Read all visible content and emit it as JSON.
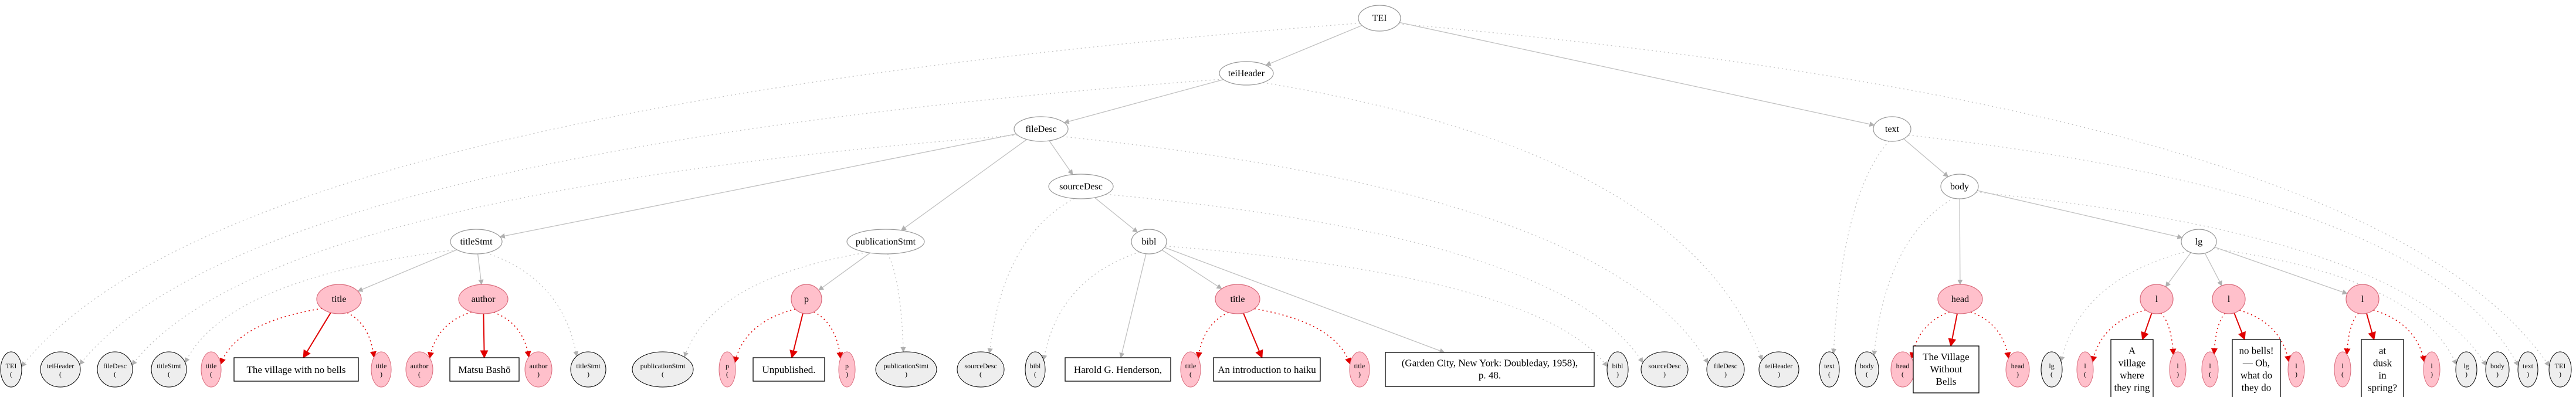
{
  "colors": {
    "edge_gray": "#c0c0c0",
    "edge_red": "#e00000",
    "pink_fill": "#ffc0cb",
    "pink_stroke": "#d96a7b",
    "gray_fill": "#eeeeee",
    "node_stroke": "#999999",
    "box_stroke": "#000000"
  },
  "nodes": {
    "tei": "TEI",
    "teiheader": "teiHeader",
    "filedesc": "fileDesc",
    "text": "text",
    "titlestmt": "titleStmt",
    "publicationstmt": "publicationStmt",
    "sourcedesc": "sourceDesc",
    "bibl": "bibl",
    "body": "body",
    "lg": "lg",
    "title1": "title",
    "author": "author",
    "p": "p",
    "title2": "title",
    "head": "head",
    "l1": "l",
    "l2": "l",
    "l3": "l"
  },
  "leaves": [
    {
      "id": "tei_open",
      "name": "TEI",
      "mark": "("
    },
    {
      "id": "teiheader_open",
      "name": "teiHeader",
      "mark": "("
    },
    {
      "id": "filedesc_open",
      "name": "fileDesc",
      "mark": "("
    },
    {
      "id": "titlestmt_open",
      "name": "titleStmt",
      "mark": "("
    },
    {
      "id": "title1_open",
      "name": "title",
      "mark": "("
    },
    {
      "id": "text_title1",
      "text": "The village with no bells"
    },
    {
      "id": "title1_close",
      "name": "title",
      "mark": ")"
    },
    {
      "id": "author_open",
      "name": "author",
      "mark": "("
    },
    {
      "id": "text_author",
      "text": "Matsu Bashō"
    },
    {
      "id": "author_close",
      "name": "author",
      "mark": ")"
    },
    {
      "id": "titlestmt_close",
      "name": "titleStmt",
      "mark": ")"
    },
    {
      "id": "publicationstmt_open",
      "name": "publicationStmt",
      "mark": "("
    },
    {
      "id": "p_open",
      "name": "p",
      "mark": "("
    },
    {
      "id": "text_p",
      "text": "Unpublished."
    },
    {
      "id": "p_close",
      "name": "p",
      "mark": ")"
    },
    {
      "id": "publicationstmt_close",
      "name": "publicationStmt",
      "mark": ")"
    },
    {
      "id": "sourcedesc_open",
      "name": "sourceDesc",
      "mark": "("
    },
    {
      "id": "bibl_open",
      "name": "bibl",
      "mark": "("
    },
    {
      "id": "text_bibl1",
      "text": "Harold G. Henderson,"
    },
    {
      "id": "title2_open",
      "name": "title",
      "mark": "("
    },
    {
      "id": "text_title2",
      "text": "An introduction to haiku"
    },
    {
      "id": "title2_close",
      "name": "title",
      "mark": ")"
    },
    {
      "id": "text_bibl2",
      "lines": [
        "(Garden City, New York: Doubleday, 1958),",
        "p. 48."
      ]
    },
    {
      "id": "bibl_close",
      "name": "bibl",
      "mark": ")"
    },
    {
      "id": "sourcedesc_close",
      "name": "sourceDesc",
      "mark": ")"
    },
    {
      "id": "filedesc_close",
      "name": "fileDesc",
      "mark": ")"
    },
    {
      "id": "teiheader_close",
      "name": "teiHeader",
      "mark": ")"
    },
    {
      "id": "text_open",
      "name": "text",
      "mark": "("
    },
    {
      "id": "body_open",
      "name": "body",
      "mark": "("
    },
    {
      "id": "head_open",
      "name": "head",
      "mark": "("
    },
    {
      "id": "text_head",
      "lines": [
        "The Village",
        "Without",
        "Bells"
      ]
    },
    {
      "id": "head_close",
      "name": "head",
      "mark": ")"
    },
    {
      "id": "lg_open",
      "name": "lg",
      "mark": "("
    },
    {
      "id": "l1_open",
      "name": "l",
      "mark": "("
    },
    {
      "id": "text_l1",
      "lines": [
        "A",
        "village",
        "where",
        "they ring"
      ]
    },
    {
      "id": "l1_close",
      "name": "l",
      "mark": ")"
    },
    {
      "id": "l2_open",
      "name": "l",
      "mark": "("
    },
    {
      "id": "text_l2",
      "lines": [
        "no bells!",
        "— Oh,",
        "what do",
        "they do"
      ]
    },
    {
      "id": "l2_close",
      "name": "l",
      "mark": ")"
    },
    {
      "id": "l3_open",
      "name": "l",
      "mark": "("
    },
    {
      "id": "text_l3",
      "lines": [
        "at",
        "dusk",
        "in",
        "spring?"
      ]
    },
    {
      "id": "l3_close",
      "name": "l",
      "mark": ")"
    },
    {
      "id": "lg_close",
      "name": "lg",
      "mark": ")"
    },
    {
      "id": "body_close",
      "name": "body",
      "mark": ")"
    },
    {
      "id": "text_close",
      "name": "text",
      "mark": ")"
    },
    {
      "id": "tei_close",
      "name": "TEI",
      "mark": ")"
    }
  ],
  "edges": {
    "solid": [
      [
        "tei",
        "teiheader"
      ],
      [
        "tei",
        "text"
      ],
      [
        "teiheader",
        "filedesc"
      ],
      [
        "filedesc",
        "titlestmt"
      ],
      [
        "filedesc",
        "publicationstmt"
      ],
      [
        "filedesc",
        "sourcedesc"
      ],
      [
        "sourcedesc",
        "bibl"
      ],
      [
        "titlestmt",
        "title1"
      ],
      [
        "titlestmt",
        "author"
      ],
      [
        "publicationstmt",
        "p"
      ],
      [
        "bibl",
        "text_bibl1"
      ],
      [
        "bibl",
        "title2"
      ],
      [
        "bibl",
        "text_bibl2"
      ],
      [
        "text",
        "body"
      ],
      [
        "body",
        "head"
      ],
      [
        "body",
        "lg"
      ],
      [
        "lg",
        "l1"
      ],
      [
        "lg",
        "l2"
      ],
      [
        "lg",
        "l3"
      ]
    ],
    "red": [
      [
        "title1",
        "text_title1"
      ],
      [
        "author",
        "text_author"
      ],
      [
        "p",
        "text_p"
      ],
      [
        "title2",
        "text_title2"
      ],
      [
        "head",
        "text_head"
      ],
      [
        "l1",
        "text_l1"
      ],
      [
        "l2",
        "text_l2"
      ],
      [
        "l3",
        "text_l3"
      ]
    ],
    "dotted": [
      [
        "tei",
        "tei_open"
      ],
      [
        "tei",
        "tei_close"
      ],
      [
        "teiheader",
        "teiheader_open"
      ],
      [
        "teiheader",
        "teiheader_close"
      ],
      [
        "filedesc",
        "filedesc_open"
      ],
      [
        "filedesc",
        "filedesc_close"
      ],
      [
        "titlestmt",
        "titlestmt_open"
      ],
      [
        "titlestmt",
        "titlestmt_close"
      ],
      [
        "publicationstmt",
        "publicationstmt_open"
      ],
      [
        "publicationstmt",
        "publicationstmt_close"
      ],
      [
        "sourcedesc",
        "sourcedesc_open"
      ],
      [
        "sourcedesc",
        "sourcedesc_close"
      ],
      [
        "bibl",
        "bibl_open"
      ],
      [
        "bibl",
        "bibl_close"
      ],
      [
        "text",
        "text_open"
      ],
      [
        "text",
        "text_close"
      ],
      [
        "body",
        "body_open"
      ],
      [
        "body",
        "body_close"
      ],
      [
        "lg",
        "lg_open"
      ],
      [
        "lg",
        "lg_close"
      ]
    ],
    "red_dotted": [
      [
        "title1",
        "title1_open"
      ],
      [
        "title1",
        "title1_close"
      ],
      [
        "author",
        "author_open"
      ],
      [
        "author",
        "author_close"
      ],
      [
        "p",
        "p_open"
      ],
      [
        "p",
        "p_close"
      ],
      [
        "title2",
        "title2_open"
      ],
      [
        "title2",
        "title2_close"
      ],
      [
        "head",
        "head_open"
      ],
      [
        "head",
        "head_close"
      ],
      [
        "l1",
        "l1_open"
      ],
      [
        "l1",
        "l1_close"
      ],
      [
        "l2",
        "l2_open"
      ],
      [
        "l2",
        "l2_close"
      ],
      [
        "l3",
        "l3_open"
      ],
      [
        "l3",
        "l3_close"
      ]
    ]
  }
}
